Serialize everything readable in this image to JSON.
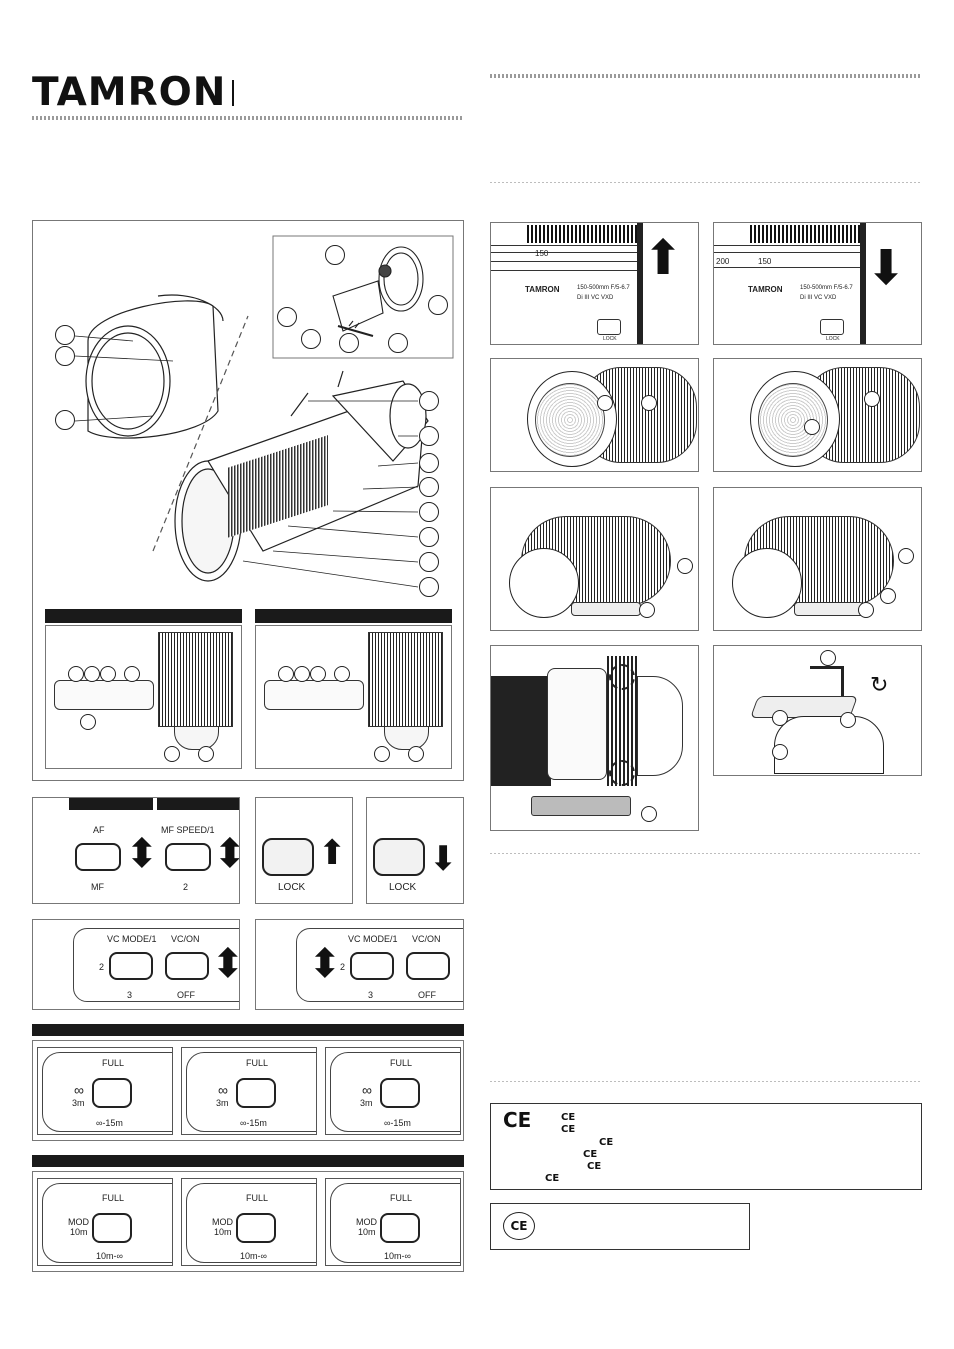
{
  "brand": {
    "logo": "TAMRON"
  },
  "lens_labels": {
    "model_line1": "150-500mm F/5-6.7",
    "model_line2": "Di III VC VXD",
    "brand_small": "TAMRON",
    "lock": "LOCK",
    "focal_150": "150",
    "focal_200": "200"
  },
  "switch_af": {
    "top": "AF",
    "bottom": "MF"
  },
  "switch_mf_speed": {
    "top": "MF SPEED/1",
    "bottom": "2"
  },
  "lock_labels": {
    "up": "LOCK",
    "down": "LOCK"
  },
  "vc_panel": {
    "vc_mode": "VC MODE/1",
    "vc_on": "VC/ON",
    "mode_2": "2",
    "mode_3": "3",
    "off": "OFF"
  },
  "focus_limiter": {
    "full": "FULL",
    "inf": "∞",
    "near": "3m",
    "range": "∞-15m"
  },
  "focus_limiter_mod": {
    "full": "FULL",
    "mod": "MOD",
    "ten": "10m",
    "range": "10m-∞"
  },
  "ce_marks": {
    "main": "CE",
    "small": "CE"
  }
}
